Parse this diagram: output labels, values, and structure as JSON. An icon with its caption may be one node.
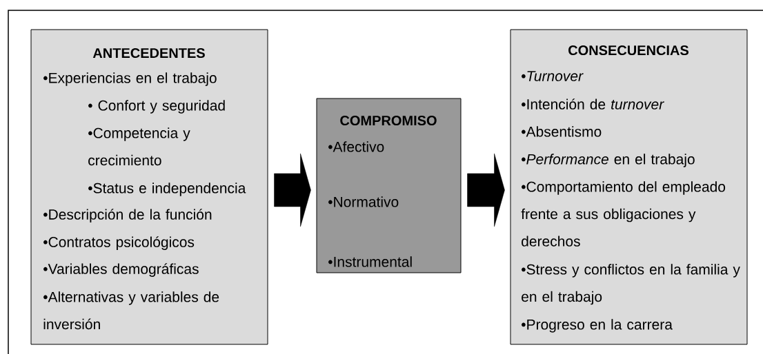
{
  "diagram": {
    "nodes": [
      {
        "text": [
          "ANTECEDENTES",
          "•Experiencias en el trabajo",
          "• Confort y seguridad",
          "•Competencia y crecimiento",
          "•Status e independencia",
          "•Descripción de la función",
          "•Contratos psicológicos",
          "•Variables demográficas",
          "•Alternativas y variables de inversión"
        ]
      },
      {
        "text": [
          "COMPROMISO",
          "•Afectivo",
          "•Normativo",
          "•Instrumental"
        ]
      },
      {
        "text": [
          "CONSECUENCIAS",
          "•*Turnover*",
          "•Intención de *turnover*",
          "•Absentismo",
          "•*Performance* en el trabajo",
          "•Comportamiento del empleado frente a sus obligaciones y derechos",
          "•Stress y conflictos en la familia y en el trabajo",
          "•Progreso en la carrera"
        ]
      }
    ],
    "edges": [
      {
        "from": 0,
        "to": 1,
        "arrow": "to"
      },
      {
        "from": 1,
        "to": 2,
        "arrow": "to"
      }
    ]
  }
}
